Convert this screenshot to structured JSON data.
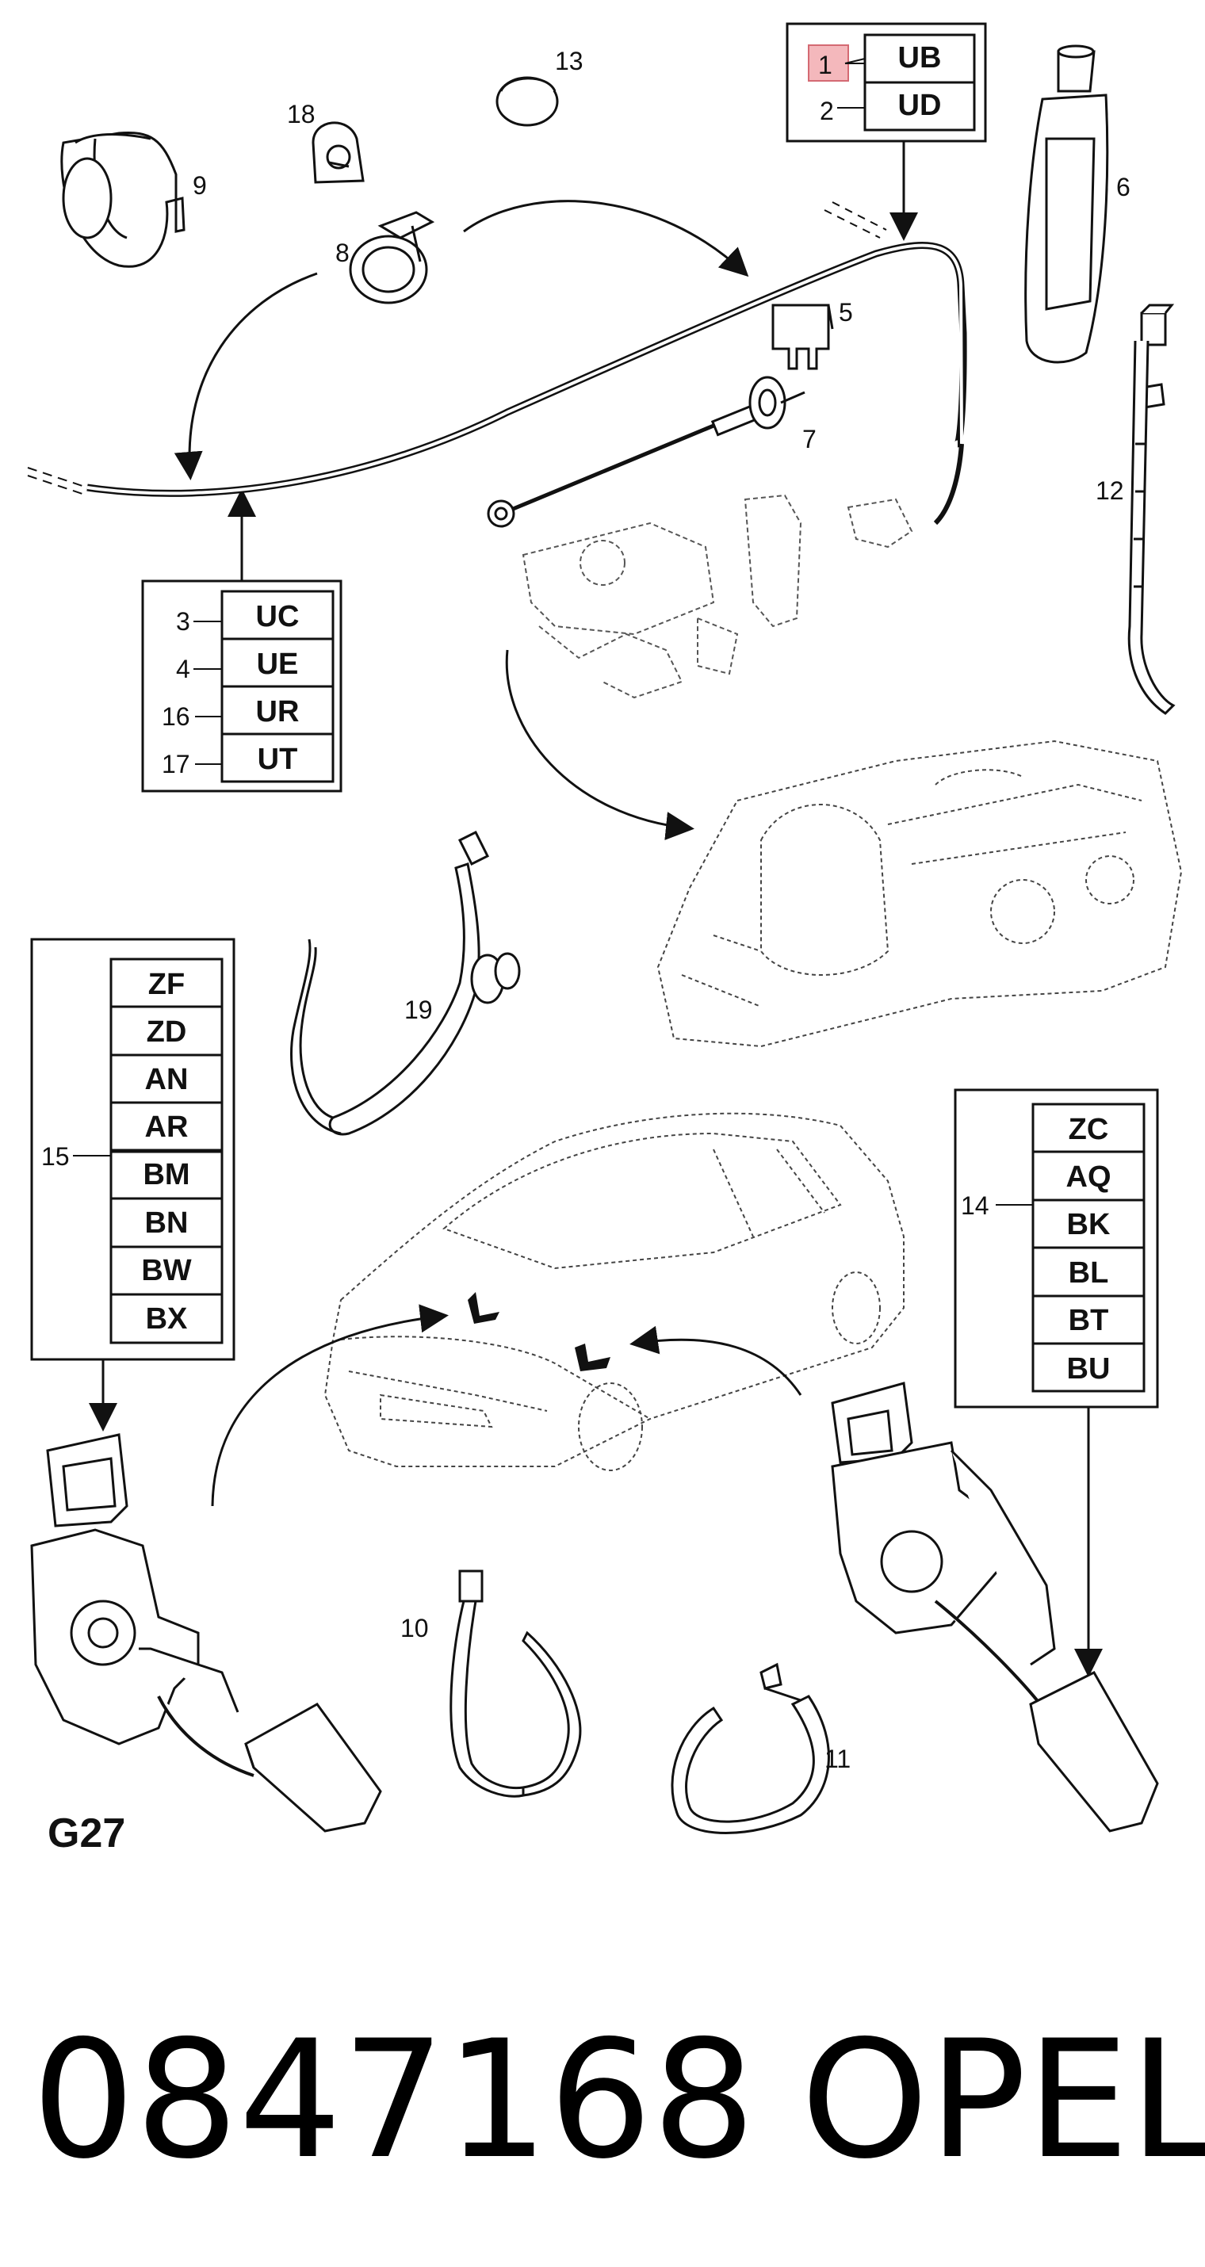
{
  "diagram": {
    "sheet_code": "G27",
    "part_number": "0847168",
    "brand": "OPEL",
    "callouts": {
      "c1": "1",
      "c2": "2",
      "c3": "3",
      "c4": "4",
      "c5": "5",
      "c6": "6",
      "c7": "7",
      "c8": "8",
      "c9": "9",
      "c10": "10",
      "c11": "11",
      "c12": "12",
      "c13": "13",
      "c14": "14",
      "c15": "15",
      "c16": "16",
      "c17": "17",
      "c18": "18",
      "c19": "19"
    },
    "box_top": {
      "codes": [
        "UB",
        "UD"
      ]
    },
    "box_cable": {
      "codes": [
        "UC",
        "UE",
        "UR",
        "UT"
      ]
    },
    "box_left": {
      "codes": [
        "ZF",
        "ZD",
        "AN",
        "AR",
        "BM",
        "BN",
        "BW",
        "BX"
      ]
    },
    "box_right": {
      "codes": [
        "ZC",
        "AQ",
        "BK",
        "BL",
        "BT",
        "BU"
      ]
    },
    "highlight_color": "#f4b8bc"
  }
}
